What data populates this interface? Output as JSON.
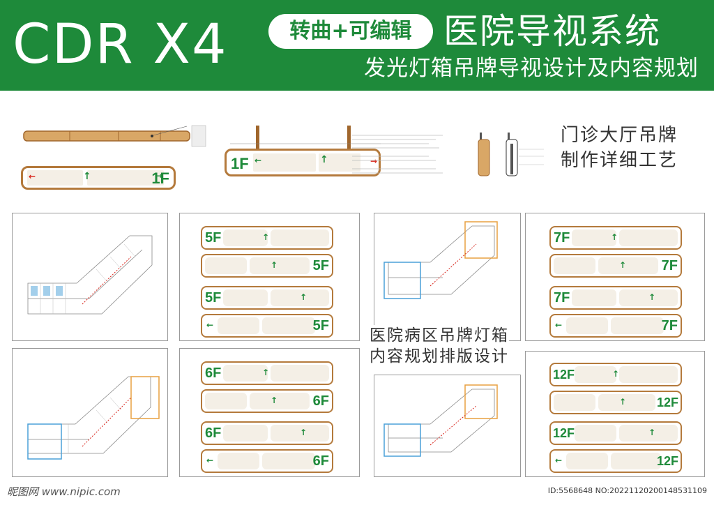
{
  "header": {
    "badge_text": "CDR X4",
    "pill_text": "转曲+可编辑",
    "title": "医院导视系统",
    "subtitle": "发光灯箱吊牌导视设计及内容规划"
  },
  "top_section": {
    "lobby_label_line1": "门诊大厅吊牌",
    "lobby_label_line2": "制作详细工艺",
    "side_sign_floor": "1F",
    "front_sign_floor": "1F"
  },
  "middle_section": {
    "ward_label_line1": "医院病区吊牌灯箱",
    "ward_label_line2": "内容规划排版设计"
  },
  "sign_panels": [
    {
      "floor": "5F"
    },
    {
      "floor": "6F"
    },
    {
      "floor": "7F"
    },
    {
      "floor": "12F"
    }
  ],
  "footer": {
    "watermark": "昵图网 www.nipic.com",
    "id_text": "ID:5568648 NO:20221120200148531109"
  },
  "colors": {
    "brand_green": "#1e8a3a",
    "frame_brown": "#b47a3c",
    "plan_blue": "#4aa0d8",
    "plan_orange": "#e8a040",
    "accent_red": "#d8261c"
  }
}
